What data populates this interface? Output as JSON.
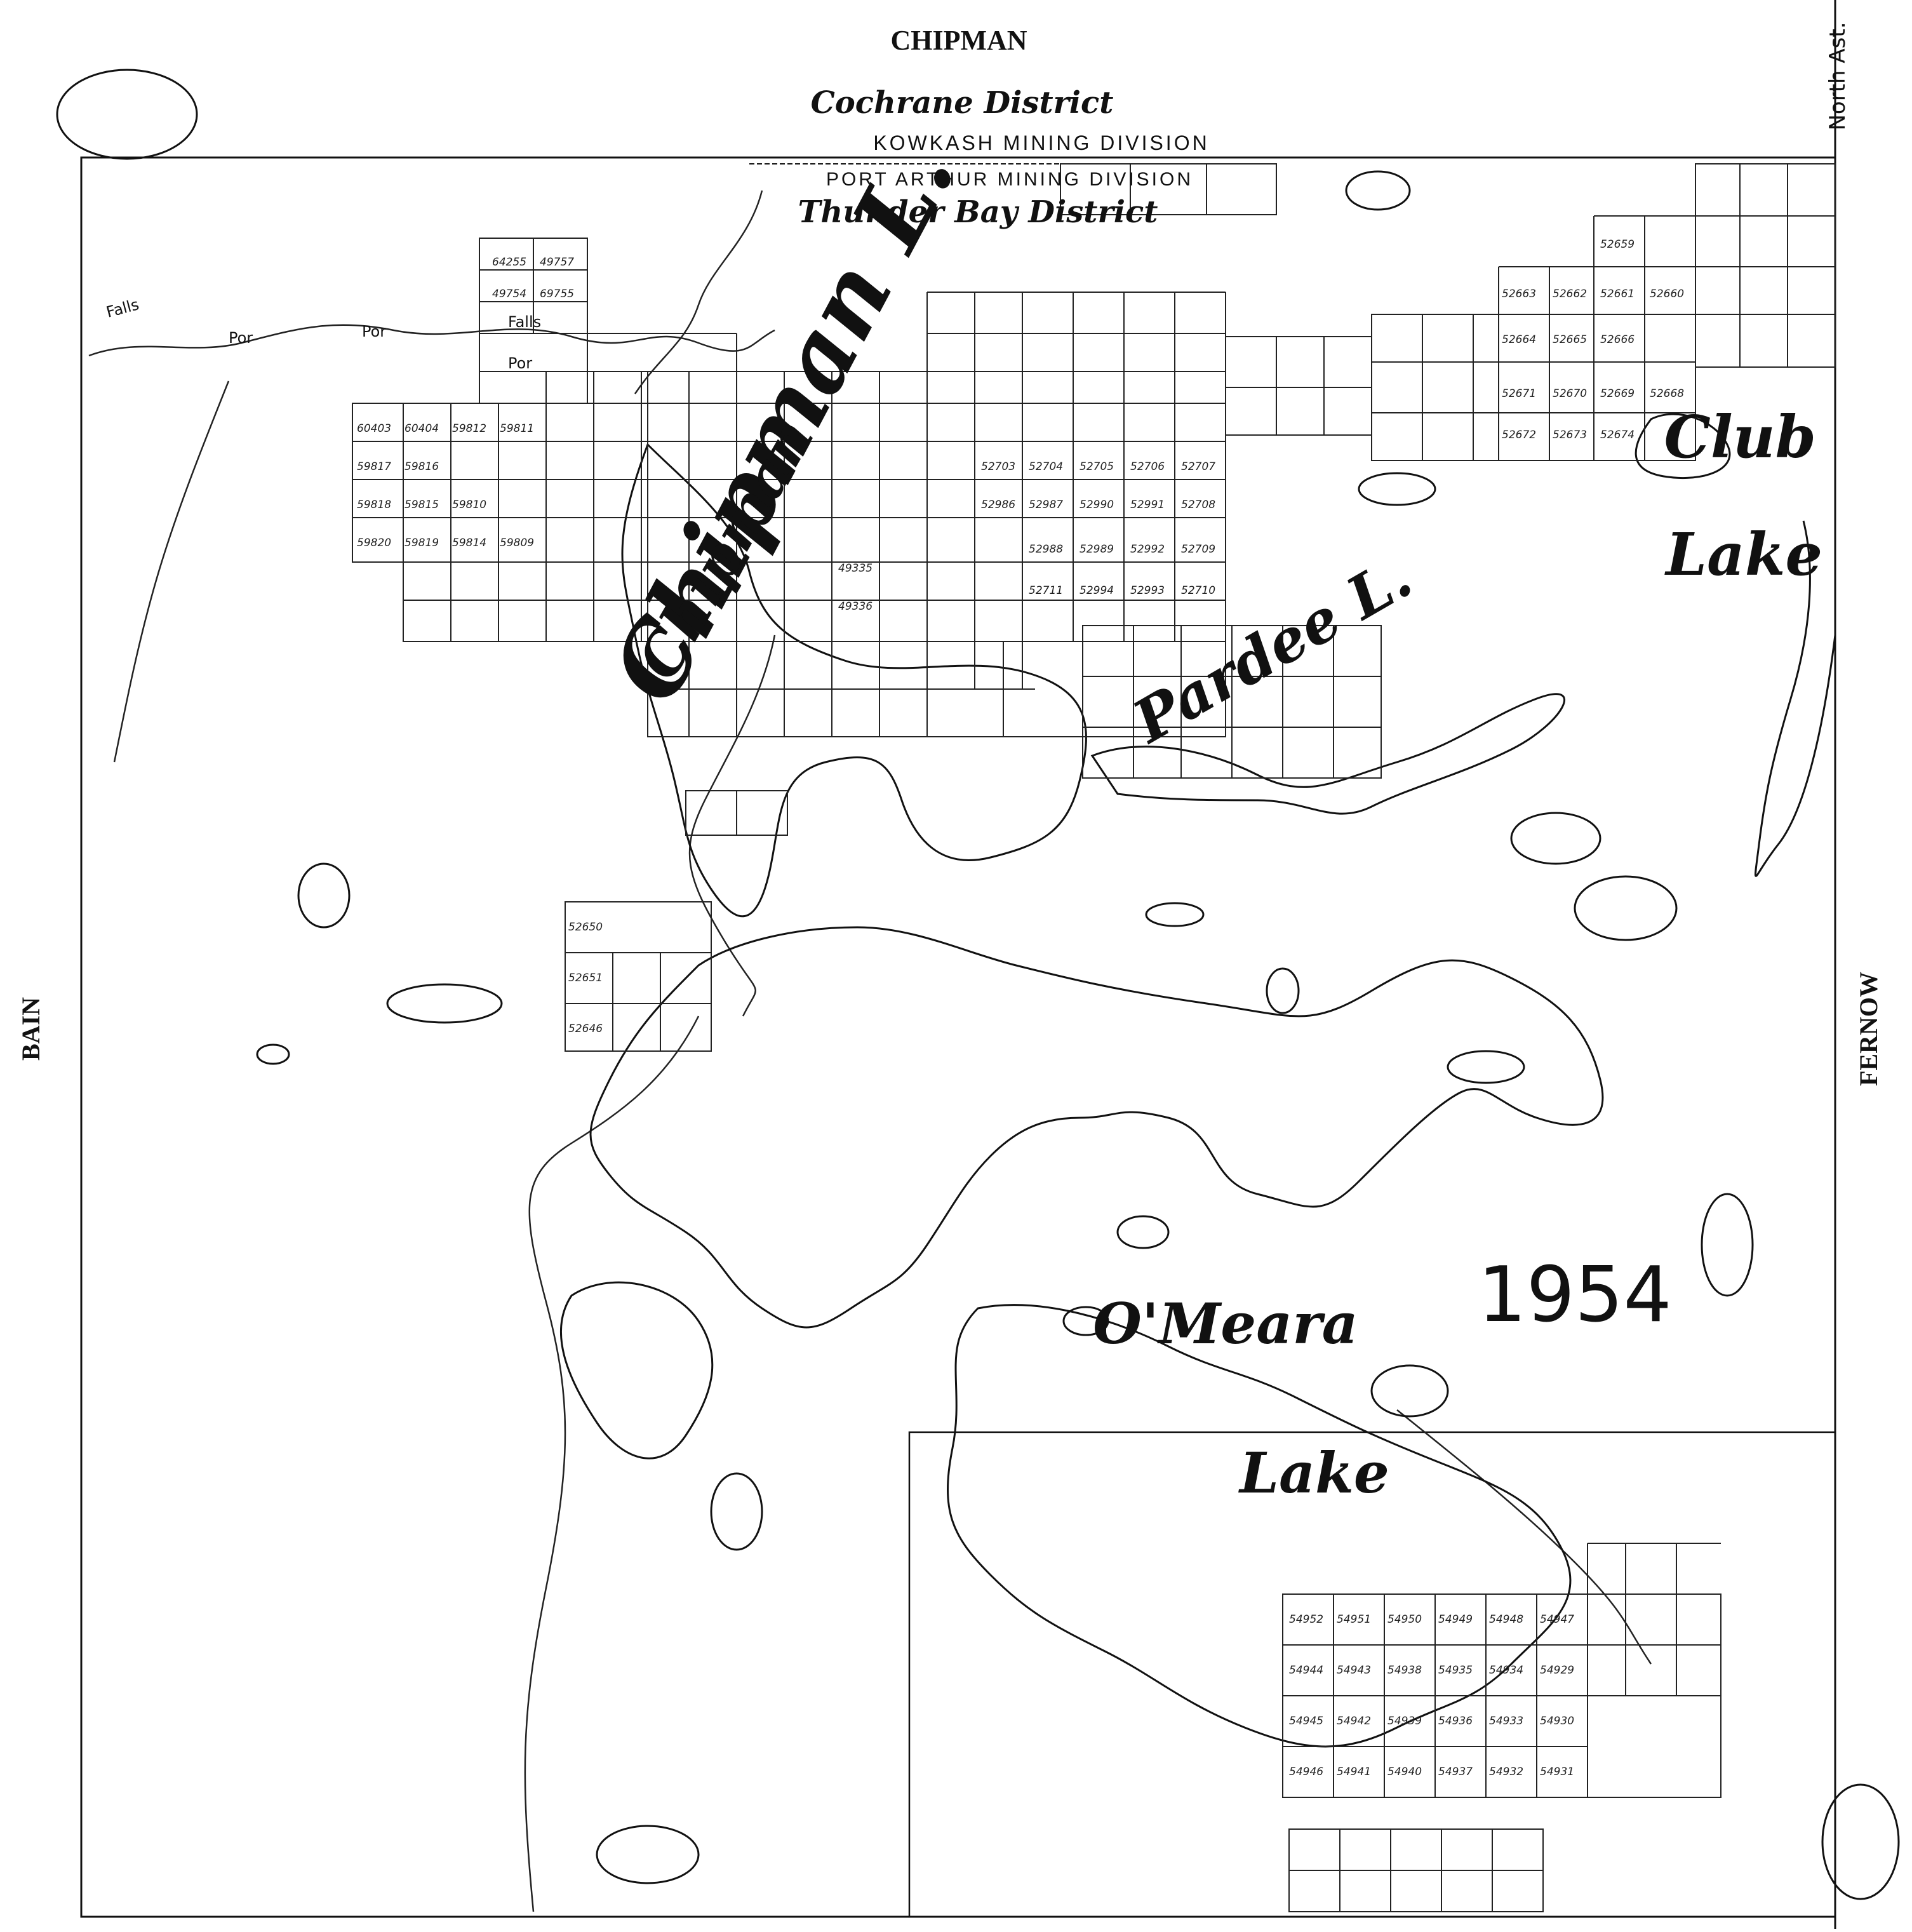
{
  "map": {
    "title": "CHIPMAN",
    "district_north": "Cochrane    District",
    "mining_division_north": "KOWKASH     MINING     DIVISION",
    "mining_division_south": "PORT  ARTHUR    MINING    DIVISION",
    "district_south": "Thunder    Bay District",
    "west_township": "BAIN",
    "east_township": "FERNOW",
    "corner_note": "North Ast.",
    "year": "1954",
    "features": {
      "chipman_lake": "Chipman L.",
      "chipman_overlay": "Chipman",
      "pardee_lake": "Pardee L.",
      "club_lake_1": "Club",
      "club_lake_2": "Lake",
      "omeara_lake_1": "O'Meara",
      "omeara_lake_2": "Lake",
      "falls": "Falls",
      "por": "Por"
    },
    "claims": [
      {
        "id": "64255"
      },
      {
        "id": "49757"
      },
      {
        "id": "49754"
      },
      {
        "id": "69755"
      },
      {
        "id": "60403"
      },
      {
        "id": "60404"
      },
      {
        "id": "59812"
      },
      {
        "id": "59811"
      },
      {
        "id": "59817"
      },
      {
        "id": "59816"
      },
      {
        "id": "59818"
      },
      {
        "id": "59815"
      },
      {
        "id": "59810"
      },
      {
        "id": "59820"
      },
      {
        "id": "59819"
      },
      {
        "id": "59814"
      },
      {
        "id": "59809"
      },
      {
        "id": "52703"
      },
      {
        "id": "52704"
      },
      {
        "id": "52705"
      },
      {
        "id": "52706"
      },
      {
        "id": "52707"
      },
      {
        "id": "52986"
      },
      {
        "id": "52987"
      },
      {
        "id": "52990"
      },
      {
        "id": "52991"
      },
      {
        "id": "52708"
      },
      {
        "id": "52988"
      },
      {
        "id": "52989"
      },
      {
        "id": "52992"
      },
      {
        "id": "52709"
      },
      {
        "id": "52711"
      },
      {
        "id": "52994"
      },
      {
        "id": "52993"
      },
      {
        "id": "52710"
      },
      {
        "id": "52663"
      },
      {
        "id": "52662"
      },
      {
        "id": "52661"
      },
      {
        "id": "52660"
      },
      {
        "id": "52664"
      },
      {
        "id": "52665"
      },
      {
        "id": "52666"
      },
      {
        "id": "52671"
      },
      {
        "id": "52670"
      },
      {
        "id": "52669"
      },
      {
        "id": "52668"
      },
      {
        "id": "52672"
      },
      {
        "id": "52673"
      },
      {
        "id": "52674"
      },
      {
        "id": "52659"
      },
      {
        "id": "52650"
      },
      {
        "id": "52651"
      },
      {
        "id": "52646"
      },
      {
        "id": "49335"
      },
      {
        "id": "49336"
      },
      {
        "id": "54952"
      },
      {
        "id": "54951"
      },
      {
        "id": "54950"
      },
      {
        "id": "54949"
      },
      {
        "id": "54948"
      },
      {
        "id": "54947"
      },
      {
        "id": "54944"
      },
      {
        "id": "54943"
      },
      {
        "id": "54938"
      },
      {
        "id": "54935"
      },
      {
        "id": "54934"
      },
      {
        "id": "54929"
      },
      {
        "id": "54945"
      },
      {
        "id": "54942"
      },
      {
        "id": "54939"
      },
      {
        "id": "54936"
      },
      {
        "id": "54933"
      },
      {
        "id": "54930"
      },
      {
        "id": "54946"
      },
      {
        "id": "54941"
      },
      {
        "id": "54940"
      },
      {
        "id": "54937"
      },
      {
        "id": "54932"
      },
      {
        "id": "54931"
      }
    ],
    "colors": {
      "ink": "#111111",
      "paper": "#ffffff"
    }
  }
}
